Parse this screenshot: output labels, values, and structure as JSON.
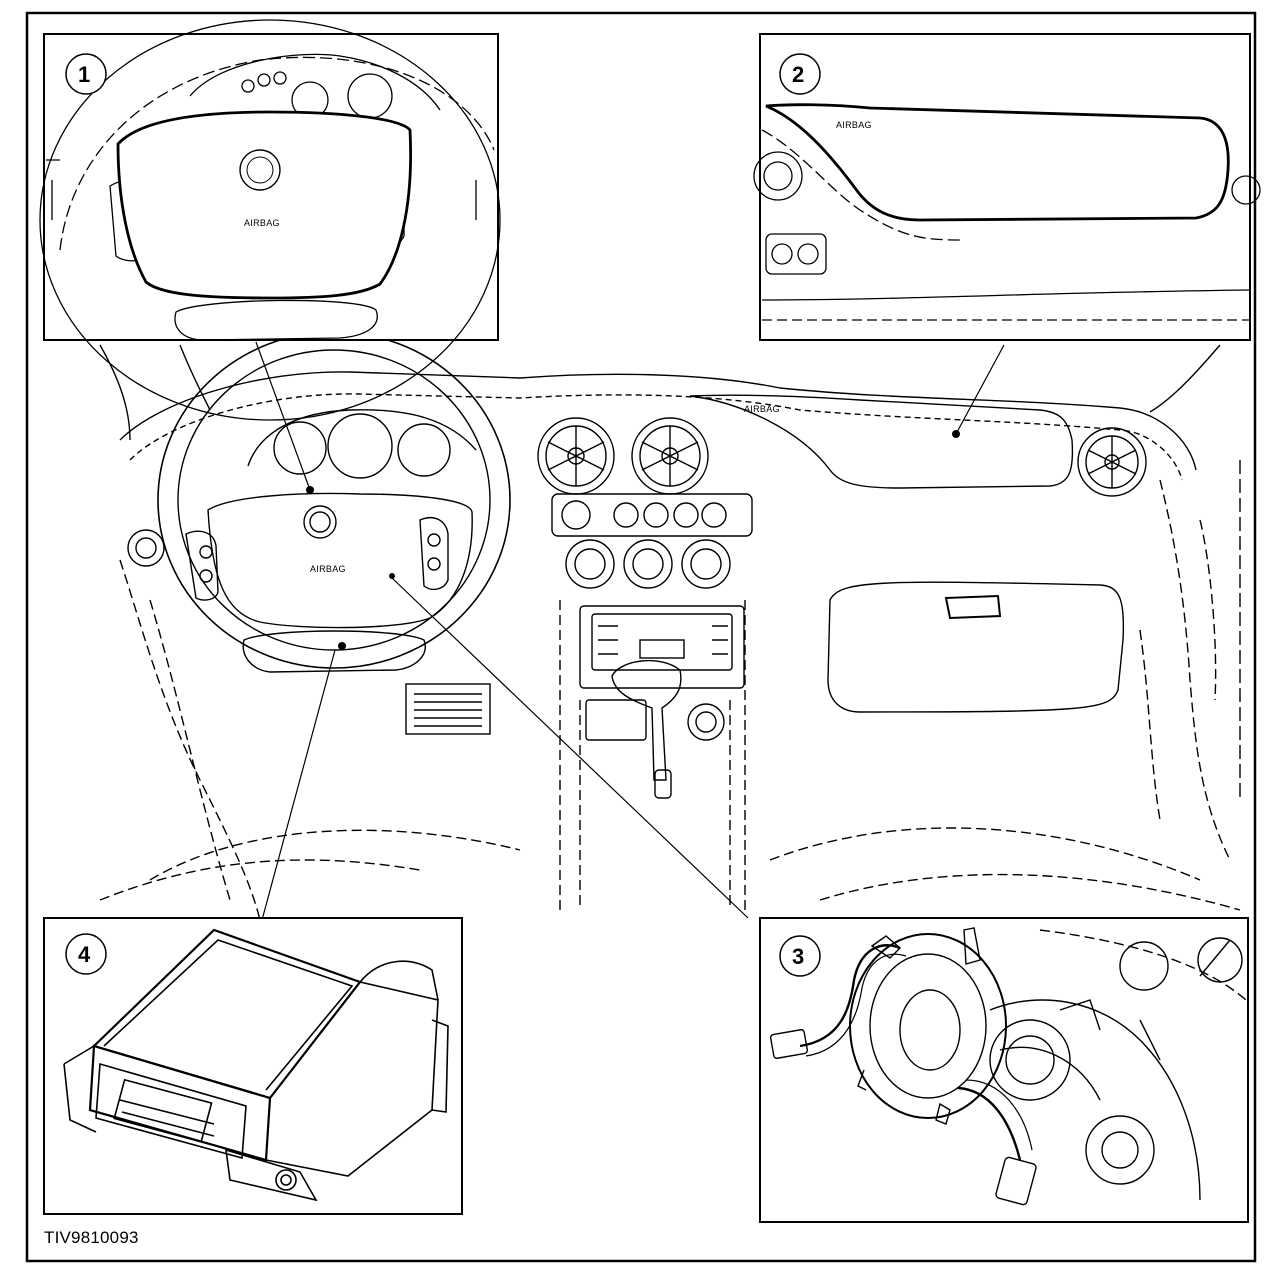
{
  "diagram": {
    "reference_code": "TIV9810093",
    "callouts": [
      "1",
      "2",
      "3",
      "4"
    ],
    "airbag_labels": {
      "driver_inset": "AIRBAG",
      "passenger_inset": "AIRBAG",
      "driver_main": "AIRBAG",
      "passenger_main": "AIRBAG"
    },
    "colors": {
      "line": "#000000",
      "background": "#ffffff"
    }
  }
}
